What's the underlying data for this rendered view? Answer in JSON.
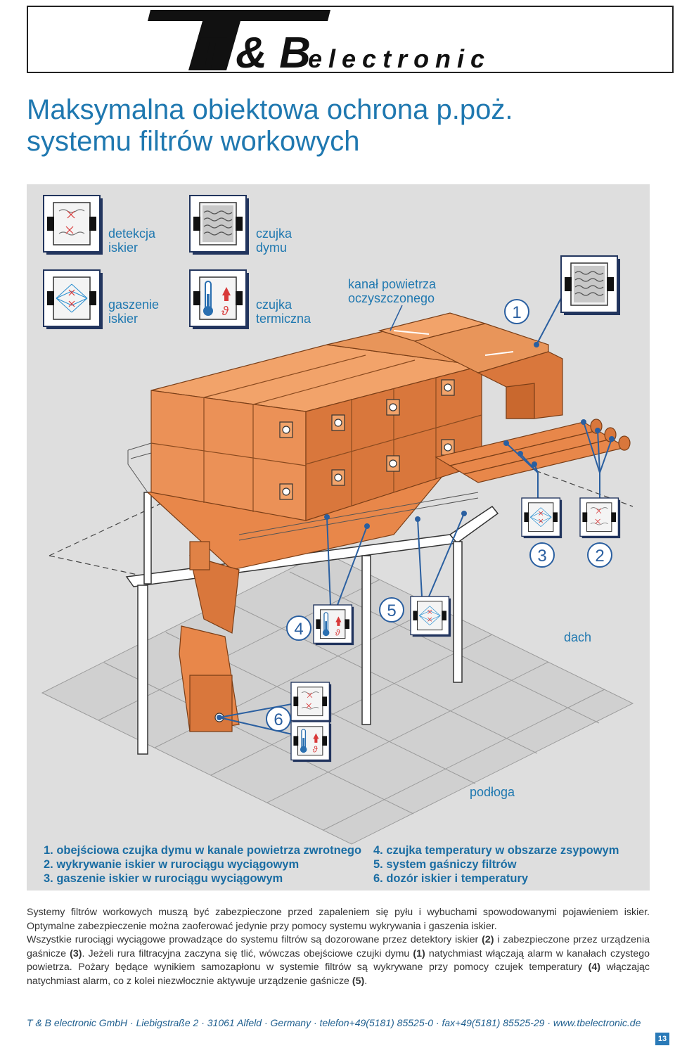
{
  "logo": {
    "brand": "T & B",
    "word": "electronic"
  },
  "title": {
    "line1": "Maksymalna obiektowa ochrona p.poż.",
    "line2": "systemu filtrów workowych"
  },
  "icons": {
    "detekcja": {
      "line1": "detekcja",
      "line2": "iskier"
    },
    "dym": {
      "line1": "czujka",
      "line2": "dymu"
    },
    "gaszenie": {
      "line1": "gaszenie",
      "line2": "iskier"
    },
    "termiczna": {
      "line1": "czujka",
      "line2": "termiczna"
    }
  },
  "diagram": {
    "kanal_line1": "kanał powietrza",
    "kanal_line2": "oczyszczonego",
    "dach": "dach",
    "podloga": "podłoga",
    "markers": [
      "1",
      "2",
      "3",
      "4",
      "5",
      "6"
    ]
  },
  "legend": {
    "left": [
      "1. obejściowa czujka dymu w kanale powietrza zwrotnego",
      "2. wykrywanie iskier w rurociągu wyciągowym",
      "3. gaszenie iskier w rurociągu wyciągowym"
    ],
    "right": [
      "4. czujka temperatury w obszarze zsypowym",
      "5. system gaśniczy filtrów",
      "6. dozór iskier i temperatury"
    ]
  },
  "description": {
    "p1": "Systemy filtrów workowych muszą być zabezpieczone przed zapaleniem się pyłu i wybuchami spowodowanymi pojawieniem iskier. Optymalne zabezpieczenie można zaoferować jedynie przy pomocy systemu wykrywania i gaszenia iskier.",
    "p2a": "Wszystkie rurociągi wyciągowe prowadzące do systemu filtrów są dozorowane przez detektory iskier ",
    "p2b": "(2)",
    "p2c": " i zabezpieczone przez urządzenia gaśnicze ",
    "p2d": "(3)",
    "p2e": ". Jeżeli rura filtracyjna zaczyna się tlić, wówczas obejściowe czujki dymu ",
    "p2f": "(1)",
    "p2g": " natychmiast włączają alarm w kanałach czystego powietrza. Pożary będące wynikiem samozapłonu w systemie filtrów są wykrywane przy pomocy czujek temperatury ",
    "p2h": "(4)",
    "p2i": " włączając natychmiast alarm, co z kolei niezwłocznie aktywuje urządzenie gaśnicze ",
    "p2j": "(5)",
    "p2k": "."
  },
  "footer": "T & B electronic GmbH · Liebigstraße 2 · 31061 Alfeld · Germany · telefon+49(5181) 85525-0 · fax+49(5181) 85525-29 · www.tbelectronic.de",
  "page_number": "13",
  "colors": {
    "accent": "#1f78b0",
    "orange": "#e8874a",
    "orange_dark": "#c96a30",
    "panel": "#dedede",
    "navy": "#22355e"
  }
}
